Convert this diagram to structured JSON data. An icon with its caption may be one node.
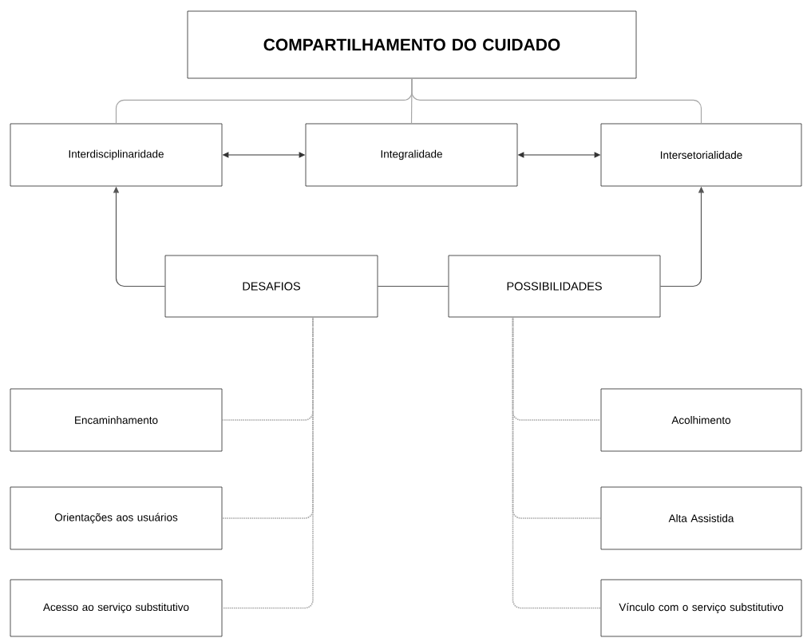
{
  "diagram": {
    "nodes": [
      {
        "text": [
          "COMPARTILHAMENTO DO CUIDADO"
        ]
      },
      {
        "text": [
          "Interdisciplinaridade"
        ]
      },
      {
        "text": [
          "Integralidade"
        ]
      },
      {
        "text": [
          "Intersetorialidade"
        ]
      },
      {
        "text": [
          "DESAFIOS"
        ]
      },
      {
        "text": [
          "POSSIBILIDADES"
        ]
      },
      {
        "text": [
          "Encaminhamento"
        ]
      },
      {
        "text": [
          "Orientações aos usuários"
        ]
      },
      {
        "text": [
          "Acesso ao serviço substitutivo"
        ]
      },
      {
        "text": [
          "Acolhimento"
        ]
      },
      {
        "text": [
          "Alta Assistida"
        ]
      },
      {
        "text": [
          "Vínculo com o serviço substitutivo"
        ]
      }
    ],
    "edges": [
      {
        "from": 0,
        "to": 1,
        "arrow": "none"
      },
      {
        "from": 0,
        "to": 2,
        "arrow": "none"
      },
      {
        "from": 0,
        "to": 3,
        "arrow": "none"
      },
      {
        "from": 1,
        "to": 2,
        "arrow": "both",
        "color": "#333333"
      },
      {
        "from": 2,
        "to": 3,
        "arrow": "both",
        "color": "#333333"
      },
      {
        "from": 4,
        "to": 1,
        "arrow": "to",
        "color": "#555555"
      },
      {
        "from": 4,
        "to": 5,
        "arrow": "none",
        "color": "#555555"
      },
      {
        "from": 5,
        "to": 3,
        "arrow": "to",
        "color": "#555555"
      },
      {
        "from": 4,
        "to": 6,
        "arrow": "none",
        "style": "dashed"
      },
      {
        "from": 4,
        "to": 7,
        "arrow": "none",
        "style": "dashed"
      },
      {
        "from": 4,
        "to": 8,
        "arrow": "none",
        "style": "dashed"
      },
      {
        "from": 5,
        "to": 9,
        "arrow": "none",
        "style": "dashed"
      },
      {
        "from": 5,
        "to": 10,
        "arrow": "none",
        "style": "dashed"
      },
      {
        "from": 5,
        "to": 11,
        "arrow": "none",
        "style": "dashed"
      }
    ]
  }
}
